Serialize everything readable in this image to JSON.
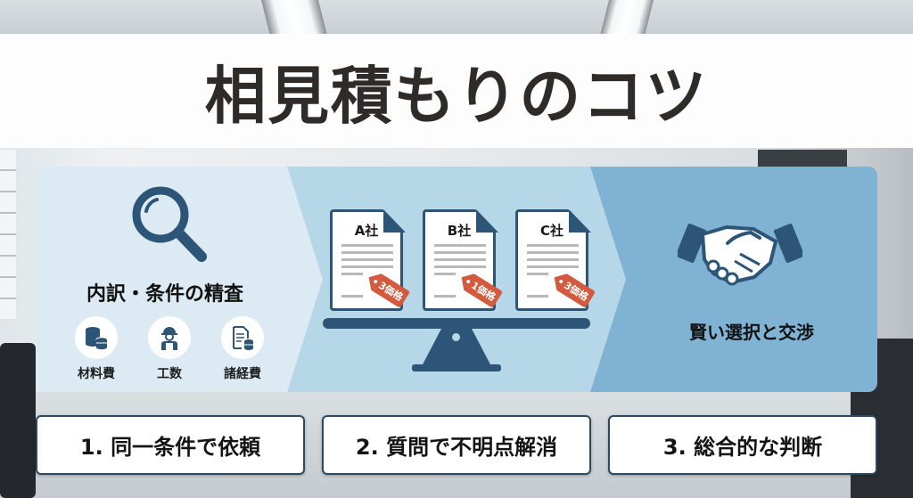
{
  "title": "相見積もりのコツ",
  "panel": {
    "left": {
      "icon": "magnifier-icon",
      "title": "内訳・条件の精査",
      "items": [
        {
          "icon": "materials-cost-icon",
          "label": "材料費"
        },
        {
          "icon": "worker-icon",
          "label": "工数"
        },
        {
          "icon": "expenses-document-icon",
          "label": "諸経費"
        }
      ]
    },
    "middle": {
      "icon": "balance-scale-icon",
      "documents": [
        {
          "company": "A社",
          "tag": "3価格"
        },
        {
          "company": "B社",
          "tag": "1価格"
        },
        {
          "company": "C社",
          "tag": "3価格"
        }
      ]
    },
    "right": {
      "icon": "handshake-icon",
      "title": "賢い選択と交渉"
    }
  },
  "steps": [
    {
      "label": "1. 同一条件で依頼"
    },
    {
      "label": "2. 質問で不明点解消"
    },
    {
      "label": "3. 総合的な判断"
    }
  ],
  "colors": {
    "title_text": "#2f2b28",
    "navy": "#2c5577",
    "panel_left": "#dcebf3",
    "panel_mid": "#b6d7e8",
    "panel_right": "#7fb2d3",
    "tag_red": "#d35a3e"
  }
}
